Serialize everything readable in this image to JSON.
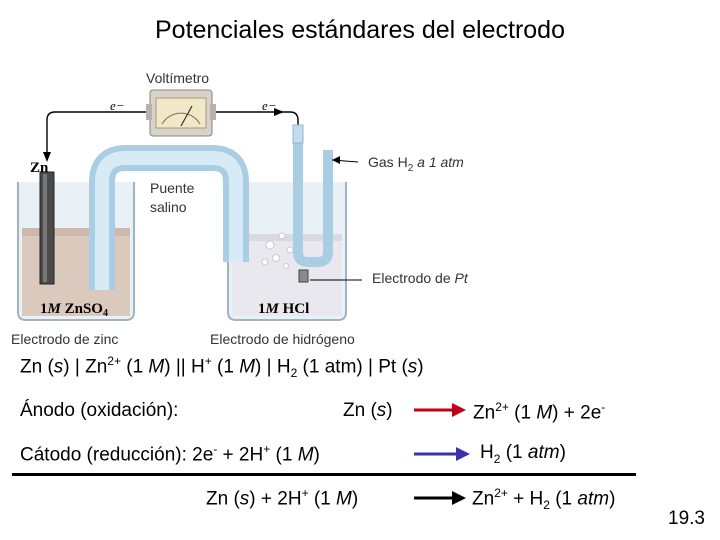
{
  "title": "Potenciales estándares del electrodo",
  "diagram": {
    "voltmeter_label": "Voltímetro",
    "electron_left": "e−",
    "electron_right": "e−",
    "zn_label": "Zn",
    "gas_label_a": "Gas H",
    "gas_label_sub": "2",
    "gas_label_b": " a 1 atm",
    "salt_bridge_line1": "Puente",
    "salt_bridge_line2": "salino",
    "pt_label_a": "Electrodo de ",
    "pt_label_b": "Pt",
    "beaker_left_a": "1",
    "beaker_left_b": "M",
    "beaker_left_c": " ZnSO",
    "beaker_left_sub": "4",
    "beaker_right_a": "1",
    "beaker_right_b": "M",
    "beaker_right_c": " HCl",
    "zinc_electrode_label": "Electrodo de zinc",
    "hydrogen_electrode_label": "Electrodo de hidrógeno"
  },
  "cell_notation": {
    "p1": "Zn (",
    "s1": "s",
    "p2": ") | Zn",
    "sup1": "2+",
    "p3": " (1 ",
    "m1": "M",
    "p4": ") || H",
    "sup2": "+",
    "p5": " (1 ",
    "m2": "M",
    "p6": ") | H",
    "sub1": "2",
    "p7": " (1 atm) | Pt (",
    "s2": "s",
    "p8": ")"
  },
  "anode": {
    "label": "Ánodo (oxidación):",
    "reactant_a": "Zn (",
    "reactant_s": "s",
    "reactant_b": ")",
    "product_a": "Zn",
    "product_sup": "2+",
    "product_b": " (1 ",
    "product_m": "M",
    "product_c": ") + 2e",
    "product_sup2": "-",
    "arrow_color": "#c0001a"
  },
  "cathode": {
    "label_a": "Cátodo (reducción):  2e",
    "label_sup1": "-",
    "label_b": " + 2H",
    "label_sup2": "+",
    "label_c": " (1 ",
    "label_m": "M",
    "label_d": ")",
    "product_a": "H",
    "product_sub": "2",
    "product_b": " (1 ",
    "product_atm": "atm",
    "product_c": ")",
    "arrow_color": "#3a33a8"
  },
  "overall": {
    "reactant_a": "Zn (",
    "reactant_s": "s",
    "reactant_b": ") + 2H",
    "reactant_sup": "+",
    "reactant_c": " (1 ",
    "reactant_m": "M",
    "reactant_d": ")",
    "product_a": "Zn",
    "product_sup": "2+",
    "product_b": " + H",
    "product_sub": "2",
    "product_c": " (1 ",
    "product_atm": "atm",
    "product_d": ")",
    "arrow_color": "#000000"
  },
  "slide_number": "19.3"
}
